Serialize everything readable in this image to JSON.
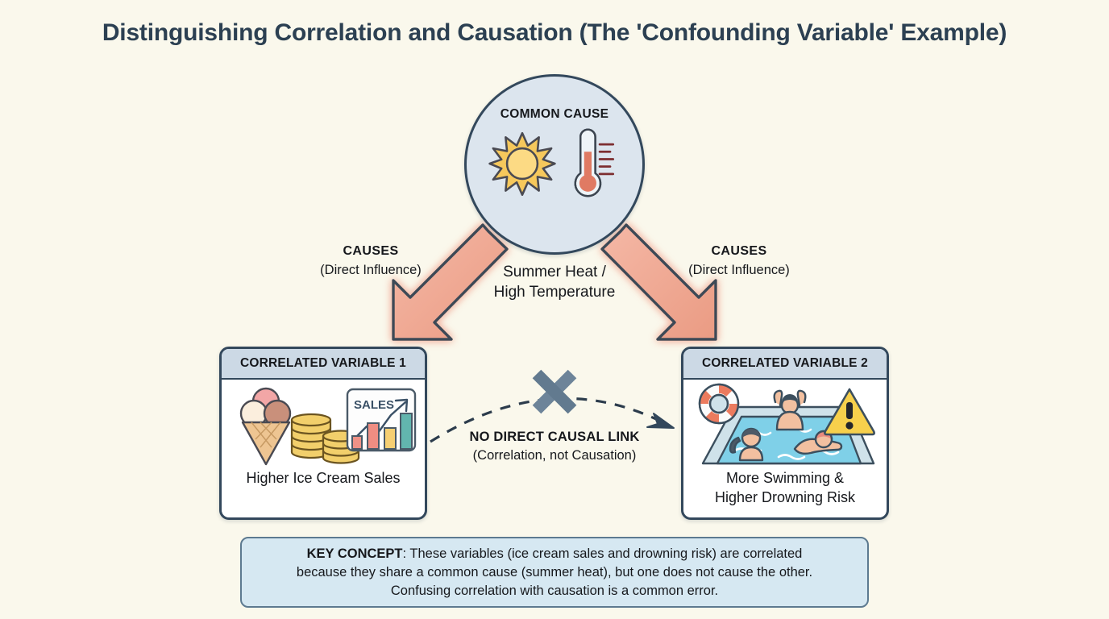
{
  "page": {
    "title": "Distinguishing Correlation and Causation (The 'Confounding Variable' Example)",
    "background_color": "#faf8ec",
    "title_color": "#2c4052"
  },
  "common_cause": {
    "badge": "COMMON CAUSE",
    "caption_line1": "Summer Heat /",
    "caption_line2": "High Temperature",
    "icons": [
      "sun-icon",
      "thermometer-icon"
    ],
    "fill_color": "#dce5ee",
    "border_color": "#33485c"
  },
  "edges": {
    "left_cause": {
      "label": "CAUSES",
      "sublabel": "(Direct Influence)",
      "arrow_color": "#f0a58f",
      "arrow_outline": "#3c4a57"
    },
    "right_cause": {
      "label": "CAUSES",
      "sublabel": "(Direct Influence)",
      "arrow_color": "#f0a58f",
      "arrow_outline": "#3c4a57"
    },
    "no_link": {
      "label": "NO DIRECT CAUSAL LINK",
      "sublabel": "(Correlation, not Causation)",
      "marker": "cross-x-icon",
      "marker_color": "#6d8499",
      "line_style": "dashed",
      "line_color": "#2c3c4c"
    }
  },
  "variables": [
    {
      "header": "CORRELATED VARIABLE 1",
      "caption_line1": "Higher Ice Cream Sales",
      "caption_line2": "",
      "icons": [
        "ice-cream-cone-icon",
        "coin-stack-icon",
        "sales-chart-icon"
      ],
      "chart_label": "SALES",
      "header_color": "#ccd9e5",
      "border_color": "#33485c"
    },
    {
      "header": "CORRELATED VARIABLE 2",
      "caption_line1": "More Swimming &",
      "caption_line2": "Higher Drowning Risk",
      "icons": [
        "life-ring-icon",
        "swimming-pool-icon",
        "warning-triangle-icon"
      ],
      "chart_label": "",
      "header_color": "#ccd9e5",
      "border_color": "#33485c"
    }
  ],
  "key_concept": {
    "prefix": "KEY CONCEPT",
    "line1": ": These variables (ice cream sales and drowning risk) are correlated",
    "line2": "because they share a common cause (summer heat), but one does not cause the other.",
    "line3": "Confusing correlation with causation is a common error.",
    "fill_color": "#d6e8f2",
    "border_color": "#5d7a90"
  }
}
